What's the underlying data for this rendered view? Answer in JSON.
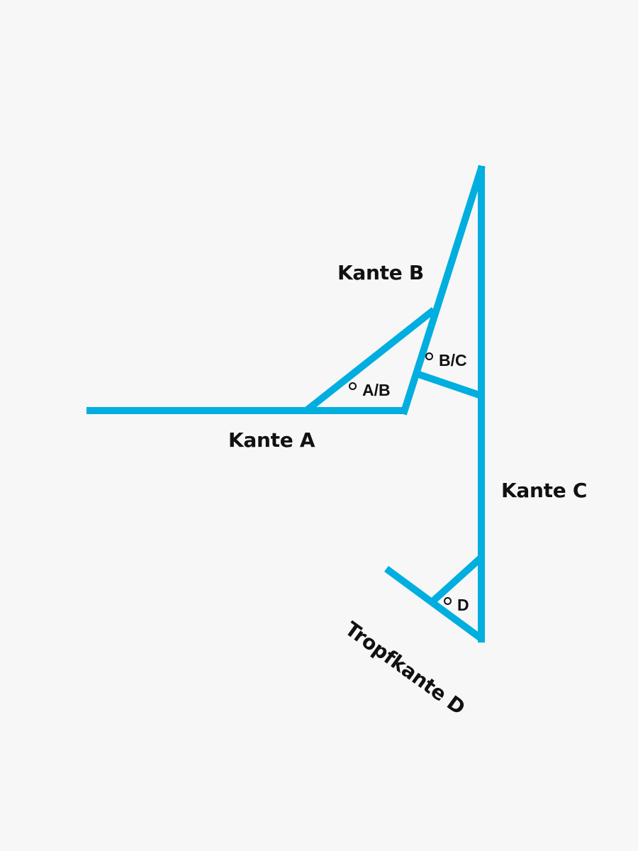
{
  "colors": {
    "background": "#f7f7f7",
    "line": "#00aedf",
    "text": "#111111"
  },
  "edges": {
    "a": "Kante A",
    "b": "Kante B",
    "c": "Kante C",
    "d": "Tropfkante D"
  },
  "angles": {
    "ab": "A/B",
    "bc": "B/C",
    "d": "D"
  },
  "degree_symbol": "°"
}
